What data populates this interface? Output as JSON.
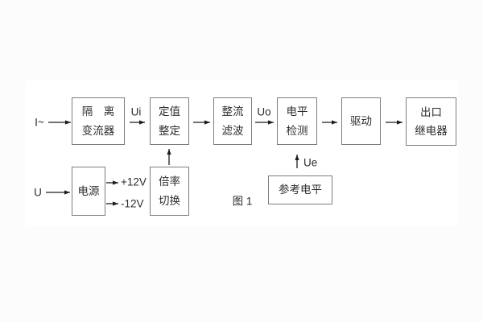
{
  "figure": {
    "caption": "图 1"
  },
  "blocks": [
    {
      "name": "isolation-current-transformer",
      "lines": [
        "隔　离",
        "变流器"
      ]
    },
    {
      "name": "setpoint-adjustment",
      "lines": [
        "定值",
        "整定"
      ]
    },
    {
      "name": "rectifier-filter",
      "lines": [
        "整流",
        "滤波"
      ]
    },
    {
      "name": "level-detection",
      "lines": [
        "电平",
        "检测"
      ]
    },
    {
      "name": "driver",
      "lines": [
        "驱动"
      ]
    },
    {
      "name": "output-relay",
      "lines": [
        "出口",
        "继电器"
      ]
    },
    {
      "name": "power-supply",
      "lines": [
        "电源"
      ]
    },
    {
      "name": "ratio-switching",
      "lines": [
        "倍率",
        "切换"
      ]
    },
    {
      "name": "reference-level",
      "lines": [
        "参考电平"
      ]
    }
  ],
  "signals": {
    "input_current": "I~",
    "input_voltage": "U",
    "ui": "Ui",
    "uo": "Uo",
    "ue": "Ue",
    "plus_12v": "+12V",
    "minus_12v": "-12V"
  },
  "colors": {
    "box_border": "#7d7d7d",
    "text": "#2d2d2d",
    "arrow": "#1c1c1c",
    "background": "#fcfcfc",
    "page": "#ffffff"
  }
}
